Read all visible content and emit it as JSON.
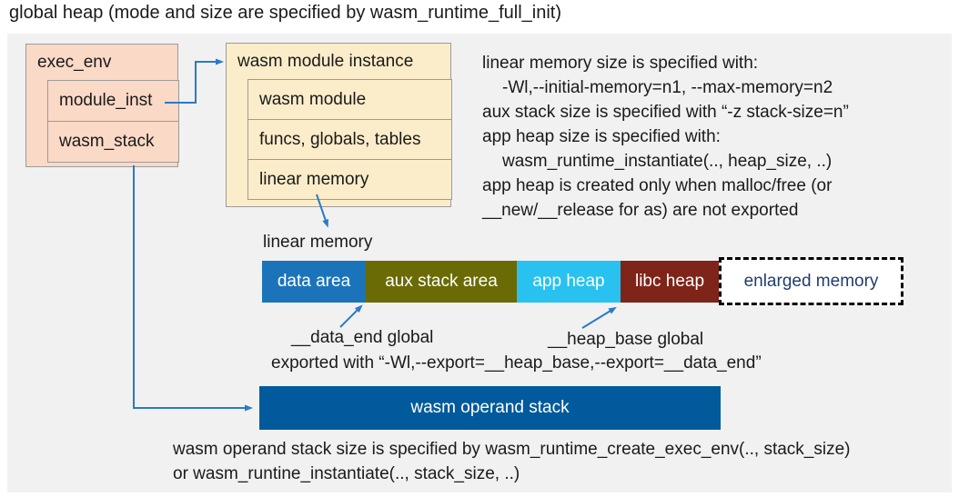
{
  "title": "global heap (mode and size are specified by wasm_runtime_full_init)",
  "exec_env": {
    "header": "exec_env",
    "rows": [
      {
        "label": "module_inst"
      },
      {
        "label": "wasm_stack"
      }
    ]
  },
  "module_instance": {
    "header": "wasm module instance",
    "rows": [
      {
        "label": "wasm module"
      },
      {
        "label": "funcs, globals, tables"
      },
      {
        "label": "linear memory"
      }
    ]
  },
  "notes": {
    "lines": [
      {
        "text": "linear memory size is specified with:"
      },
      {
        "text": "-Wl,--initial-memory=n1, --max-memory=n2"
      },
      {
        "text": "aux stack size is specified with “-z stack-size=n”"
      },
      {
        "text": "app heap size is specified with:"
      },
      {
        "text": "wasm_runtime_instantiate(.., heap_size, ..)"
      },
      {
        "text": "app heap is created only when malloc/free (or"
      },
      {
        "text": "__new/__release for as) are not exported"
      }
    ]
  },
  "linear_memory": {
    "label": "linear memory",
    "segments": [
      {
        "label": "data area",
        "color": "#1b74ba"
      },
      {
        "label": "aux stack area",
        "color": "#6a6b04"
      },
      {
        "label": "app heap",
        "color": "#29c1f0"
      },
      {
        "label": "libc heap",
        "color": "#7e2418"
      },
      {
        "label": "enlarged memory",
        "color": "#ffffff",
        "text_color": "#1f3e6e",
        "border": "dashed"
      }
    ]
  },
  "annotations": {
    "data_end_label": "__data_end global",
    "heap_base_label": "__heap_base global",
    "export_line": "exported with “-Wl,--export=__heap_base,--export=__data_end”"
  },
  "operand_stack": {
    "box_label": "wasm operand stack",
    "note_line1": "wasm operand stack size is specified by wasm_runtime_create_exec_env(.., stack_size)",
    "note_line2": "or wasm_runtine_instantiate(.., stack_size, ..)"
  },
  "colors": {
    "panel_bg": "#f1f1f2",
    "struct_box_pink": "#fbd9c7",
    "struct_box_cream": "#fcedca",
    "box_border": "#9b9b9b",
    "arrow_blue": "#2a7ac6",
    "operand_stack_blue": "#005a9b",
    "enlarged_text_navy": "#1f3e6e"
  }
}
